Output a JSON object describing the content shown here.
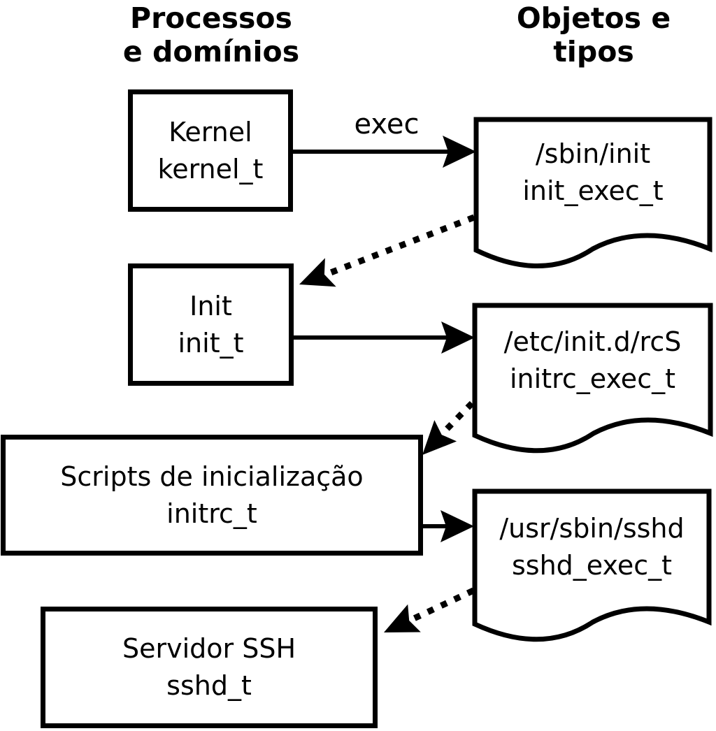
{
  "headings": {
    "left": {
      "line1": "Processos",
      "line2": "e domínios"
    },
    "right": {
      "line1": "Objetos e",
      "line2": "tipos"
    }
  },
  "arrow_label": "exec",
  "processes": [
    {
      "name": "Kernel",
      "domain": "kernel_t"
    },
    {
      "name": "Init",
      "domain": "init_t"
    },
    {
      "name": "Scripts de inicialização",
      "domain": "initrc_t"
    },
    {
      "name": "Servidor SSH",
      "domain": "sshd_t"
    }
  ],
  "objects": [
    {
      "path": "/sbin/init",
      "type": "init_exec_t"
    },
    {
      "path": "/etc/init.d/rcS",
      "type": "initrc_exec_t"
    },
    {
      "path": "/usr/sbin/sshd",
      "type": "sshd_exec_t"
    }
  ],
  "colors": {
    "line": "#000000",
    "background": "#ffffff"
  }
}
